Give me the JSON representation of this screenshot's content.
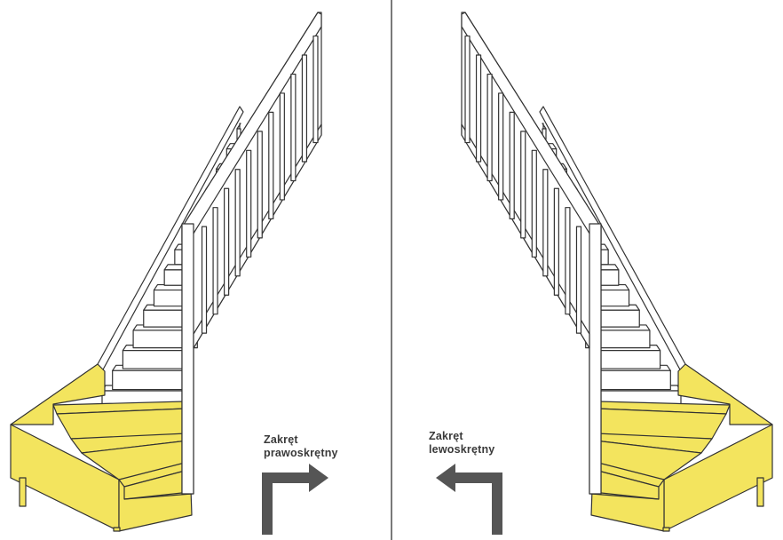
{
  "colors": {
    "winder_fill": "#f3e45e",
    "stair_outline": "#333333",
    "arrow": "#555555",
    "divider": "#333333",
    "background": "#ffffff"
  },
  "right_turn": {
    "label_line1": "Zakręt",
    "label_line2": "prawoskrętny",
    "arrow_icon": "arrow-turn-right"
  },
  "left_turn": {
    "label_line1": "Zakręt",
    "label_line2": "lewoskrętny",
    "arrow_icon": "arrow-turn-left"
  }
}
